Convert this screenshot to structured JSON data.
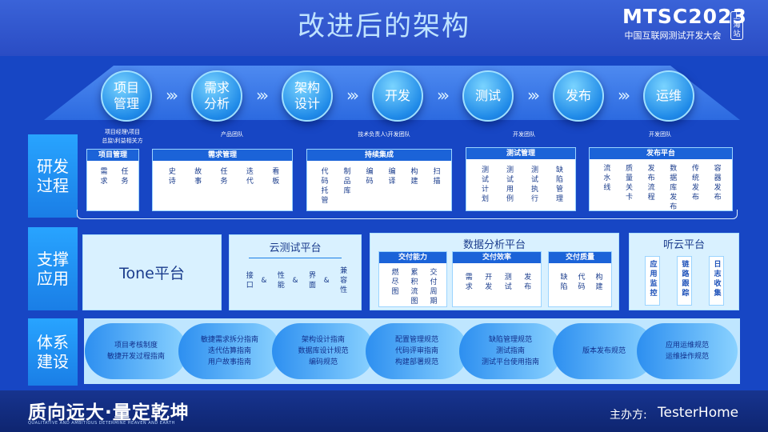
{
  "header": {
    "title": "改进后的架构",
    "brand": "MTSC2023",
    "brand_subtitle": "中国互联网测试开发大会",
    "station": "上海站"
  },
  "stages": [
    "项目\n管理",
    "需求\n分析",
    "架构\n设计",
    "开发",
    "测试",
    "发布",
    "运维"
  ],
  "rows": {
    "dev": "研发\n过程",
    "support": "支撑\n应用",
    "system": "体系\n建设"
  },
  "teams": [
    "项目经理\\项目\n总监\\利益相关方",
    "产品团队",
    "技术负责人\\开发团队",
    "开发团队",
    "开发团队"
  ],
  "dev_boxes": [
    {
      "title": "项目管理",
      "items": [
        "需求",
        "任务"
      ]
    },
    {
      "title": "需求管理",
      "items": [
        "史诗",
        "故事",
        "任务",
        "迭代",
        "看板"
      ]
    },
    {
      "title": "持续集成",
      "items": [
        "代码托管",
        "制品库",
        "编码",
        "编译",
        "构建",
        "扫描"
      ]
    },
    {
      "title": "测试管理",
      "items": [
        "测试计划",
        "测试用例",
        "测试执行",
        "缺陷管理"
      ]
    },
    {
      "title": "发布平台",
      "items": [
        "流水线",
        "质量关卡",
        "发布流程",
        "数据库发布",
        "传统发布",
        "容器发布"
      ]
    }
  ],
  "support": {
    "tone": "Tone平台",
    "cloud": {
      "title": "云测试平台",
      "items": [
        "接口",
        "&",
        "性能",
        "&",
        "界面",
        "&",
        "兼容性"
      ]
    },
    "data": {
      "title": "数据分析平台",
      "groups": [
        {
          "title": "交付能力",
          "items": [
            "燃尽图",
            "累积流图",
            "交付周期"
          ]
        },
        {
          "title": "交付效率",
          "items": [
            "需求",
            "开发",
            "测试",
            "发布"
          ]
        },
        {
          "title": "交付质量",
          "items": [
            "缺陷",
            "代码",
            "构建"
          ]
        }
      ]
    },
    "listen": {
      "title": "听云平台",
      "items": [
        "应用监控",
        "链路跟踪",
        "日志收集"
      ]
    }
  },
  "system": [
    [
      "项目考核制度",
      "敏捷开发过程指南"
    ],
    [
      "敏捷需求拆分指南",
      "迭代估算指南",
      "用户故事指南"
    ],
    [
      "架构设计指南",
      "数据库设计规范",
      "编码规范"
    ],
    [
      "配置管理规范",
      "代码评审指南",
      "构建部署规范"
    ],
    [
      "缺陷管理规范",
      "测试指南",
      "测试平台使用指南"
    ],
    [
      "版本发布规范"
    ],
    [
      "应用运维规范",
      "运维操作规范"
    ]
  ],
  "footer": {
    "slogan": "质向远大·量定乾坤",
    "slogan_en": "QUALITATIVE AND AMBITIOUS DETERMINE HEAVEN AND EARTH",
    "host_label": "主办方:",
    "host_name": "TesterHome"
  },
  "colors": {
    "background": "#1746c4",
    "accent": "#1b63d8",
    "panel": "#d9f1ff"
  }
}
